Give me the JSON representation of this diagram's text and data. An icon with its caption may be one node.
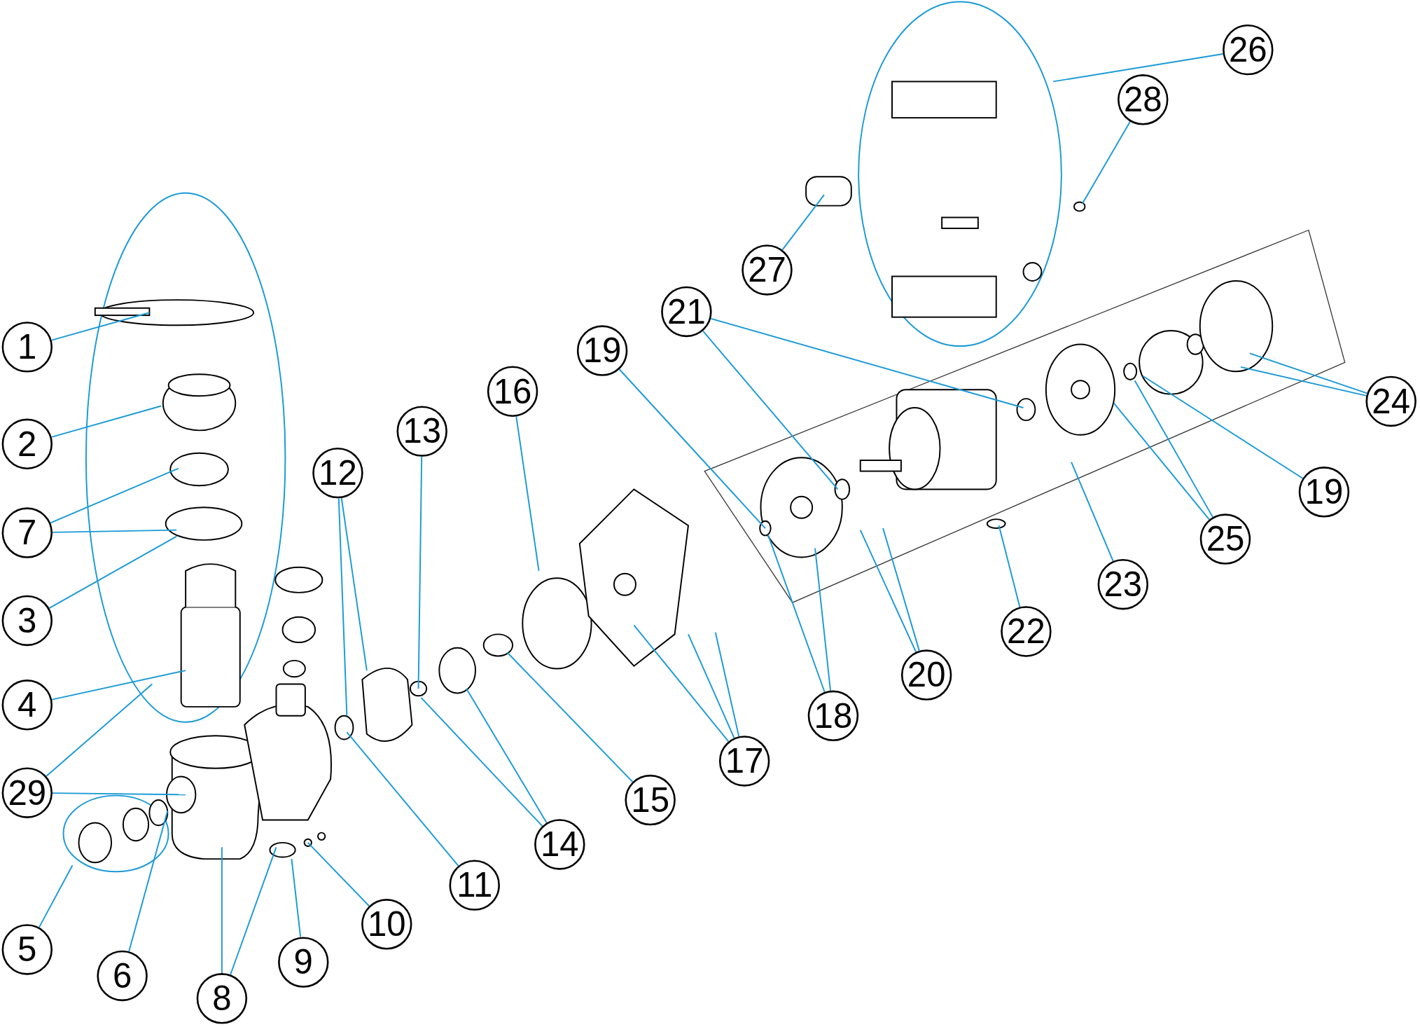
{
  "diagram": {
    "nodes": [
      {
        "text": [
          "1"
        ]
      },
      {
        "text": [
          "2"
        ]
      },
      {
        "text": [
          "7"
        ]
      },
      {
        "text": [
          "3"
        ]
      },
      {
        "text": [
          "4"
        ]
      },
      {
        "text": [
          "29"
        ]
      },
      {
        "text": [
          "5"
        ]
      },
      {
        "text": [
          "6"
        ]
      },
      {
        "text": [
          "8"
        ]
      },
      {
        "text": [
          "9"
        ]
      },
      {
        "text": [
          "10"
        ]
      },
      {
        "text": [
          "11"
        ]
      },
      {
        "text": [
          "12"
        ]
      },
      {
        "text": [
          "13"
        ]
      },
      {
        "text": [
          "14"
        ]
      },
      {
        "text": [
          "15"
        ]
      },
      {
        "text": [
          "16"
        ]
      },
      {
        "text": [
          "17"
        ]
      },
      {
        "text": [
          "18"
        ]
      },
      {
        "text": [
          "19"
        ]
      },
      {
        "text": [
          "21"
        ]
      },
      {
        "text": [
          "20"
        ]
      },
      {
        "text": [
          "22"
        ]
      },
      {
        "text": [
          "23"
        ]
      },
      {
        "text": [
          "25"
        ]
      },
      {
        "text": [
          "19"
        ]
      },
      {
        "text": [
          "24"
        ]
      },
      {
        "text": [
          "26"
        ]
      },
      {
        "text": [
          "28"
        ]
      },
      {
        "text": [
          "27"
        ]
      }
    ],
    "edges": [
      {
        "from": 0,
        "to": null,
        "arrow": "none"
      },
      {
        "from": 1,
        "to": null,
        "arrow": "none"
      },
      {
        "from": 2,
        "to": null,
        "arrow": "none"
      },
      {
        "from": 2,
        "to": null,
        "arrow": "none"
      },
      {
        "from": 3,
        "to": null,
        "arrow": "none"
      },
      {
        "from": 4,
        "to": null,
        "arrow": "none"
      },
      {
        "from": 5,
        "to": null,
        "arrow": "none"
      },
      {
        "from": 5,
        "to": null,
        "arrow": "none"
      },
      {
        "from": 6,
        "to": null,
        "arrow": "none"
      },
      {
        "from": 7,
        "to": null,
        "arrow": "none"
      },
      {
        "from": 8,
        "to": null,
        "arrow": "none"
      },
      {
        "from": 8,
        "to": null,
        "arrow": "none"
      },
      {
        "from": 9,
        "to": null,
        "arrow": "none"
      },
      {
        "from": 10,
        "to": null,
        "arrow": "none"
      },
      {
        "from": 11,
        "to": null,
        "arrow": "none"
      },
      {
        "from": 12,
        "to": null,
        "arrow": "none"
      },
      {
        "from": 12,
        "to": null,
        "arrow": "none"
      },
      {
        "from": 13,
        "to": null,
        "arrow": "none"
      },
      {
        "from": 14,
        "to": null,
        "arrow": "none"
      },
      {
        "from": 14,
        "to": null,
        "arrow": "none"
      },
      {
        "from": 15,
        "to": null,
        "arrow": "none"
      },
      {
        "from": 16,
        "to": null,
        "arrow": "none"
      },
      {
        "from": 17,
        "to": null,
        "arrow": "none"
      },
      {
        "from": 17,
        "to": null,
        "arrow": "none"
      },
      {
        "from": 17,
        "to": null,
        "arrow": "none"
      },
      {
        "from": 18,
        "to": null,
        "arrow": "none"
      },
      {
        "from": 18,
        "to": null,
        "arrow": "none"
      },
      {
        "from": 19,
        "to": null,
        "arrow": "none"
      },
      {
        "from": 20,
        "to": null,
        "arrow": "none"
      },
      {
        "from": 20,
        "to": null,
        "arrow": "none"
      },
      {
        "from": 21,
        "to": null,
        "arrow": "none"
      },
      {
        "from": 21,
        "to": null,
        "arrow": "none"
      },
      {
        "from": 22,
        "to": null,
        "arrow": "none"
      },
      {
        "from": 23,
        "to": null,
        "arrow": "none"
      },
      {
        "from": 24,
        "to": null,
        "arrow": "none"
      },
      {
        "from": 24,
        "to": null,
        "arrow": "none"
      },
      {
        "from": 25,
        "to": null,
        "arrow": "none"
      },
      {
        "from": 26,
        "to": null,
        "arrow": "none"
      },
      {
        "from": 26,
        "to": null,
        "arrow": "none"
      },
      {
        "from": 27,
        "to": null,
        "arrow": "none"
      },
      {
        "from": 28,
        "to": null,
        "arrow": "none"
      },
      {
        "from": 29,
        "to": null,
        "arrow": "none"
      }
    ]
  }
}
